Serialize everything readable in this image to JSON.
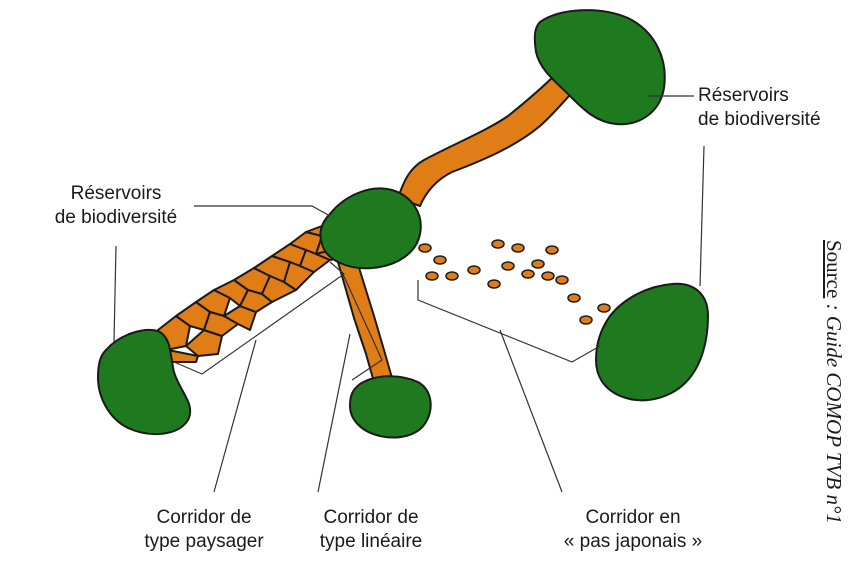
{
  "labels": {
    "reservoir_top_right": [
      "Réservoirs",
      "de biodiversité"
    ],
    "reservoir_left": [
      "Réservoirs",
      "de biodiversité"
    ],
    "corridor_paysager": [
      "Corridor de",
      "type paysager"
    ],
    "corridor_lineaire": [
      "Corridor de",
      "type linéaire"
    ],
    "corridor_japonais": [
      "Corridor en",
      "« pas japonais »"
    ]
  },
  "source": {
    "prefix": "Source",
    "text": " : Guide COMOP TVB n°1"
  },
  "colors": {
    "reservoir": "#1f7a1f",
    "corridor": "#e07d17",
    "outline": "#1a1a1a",
    "leader": "#333333"
  }
}
